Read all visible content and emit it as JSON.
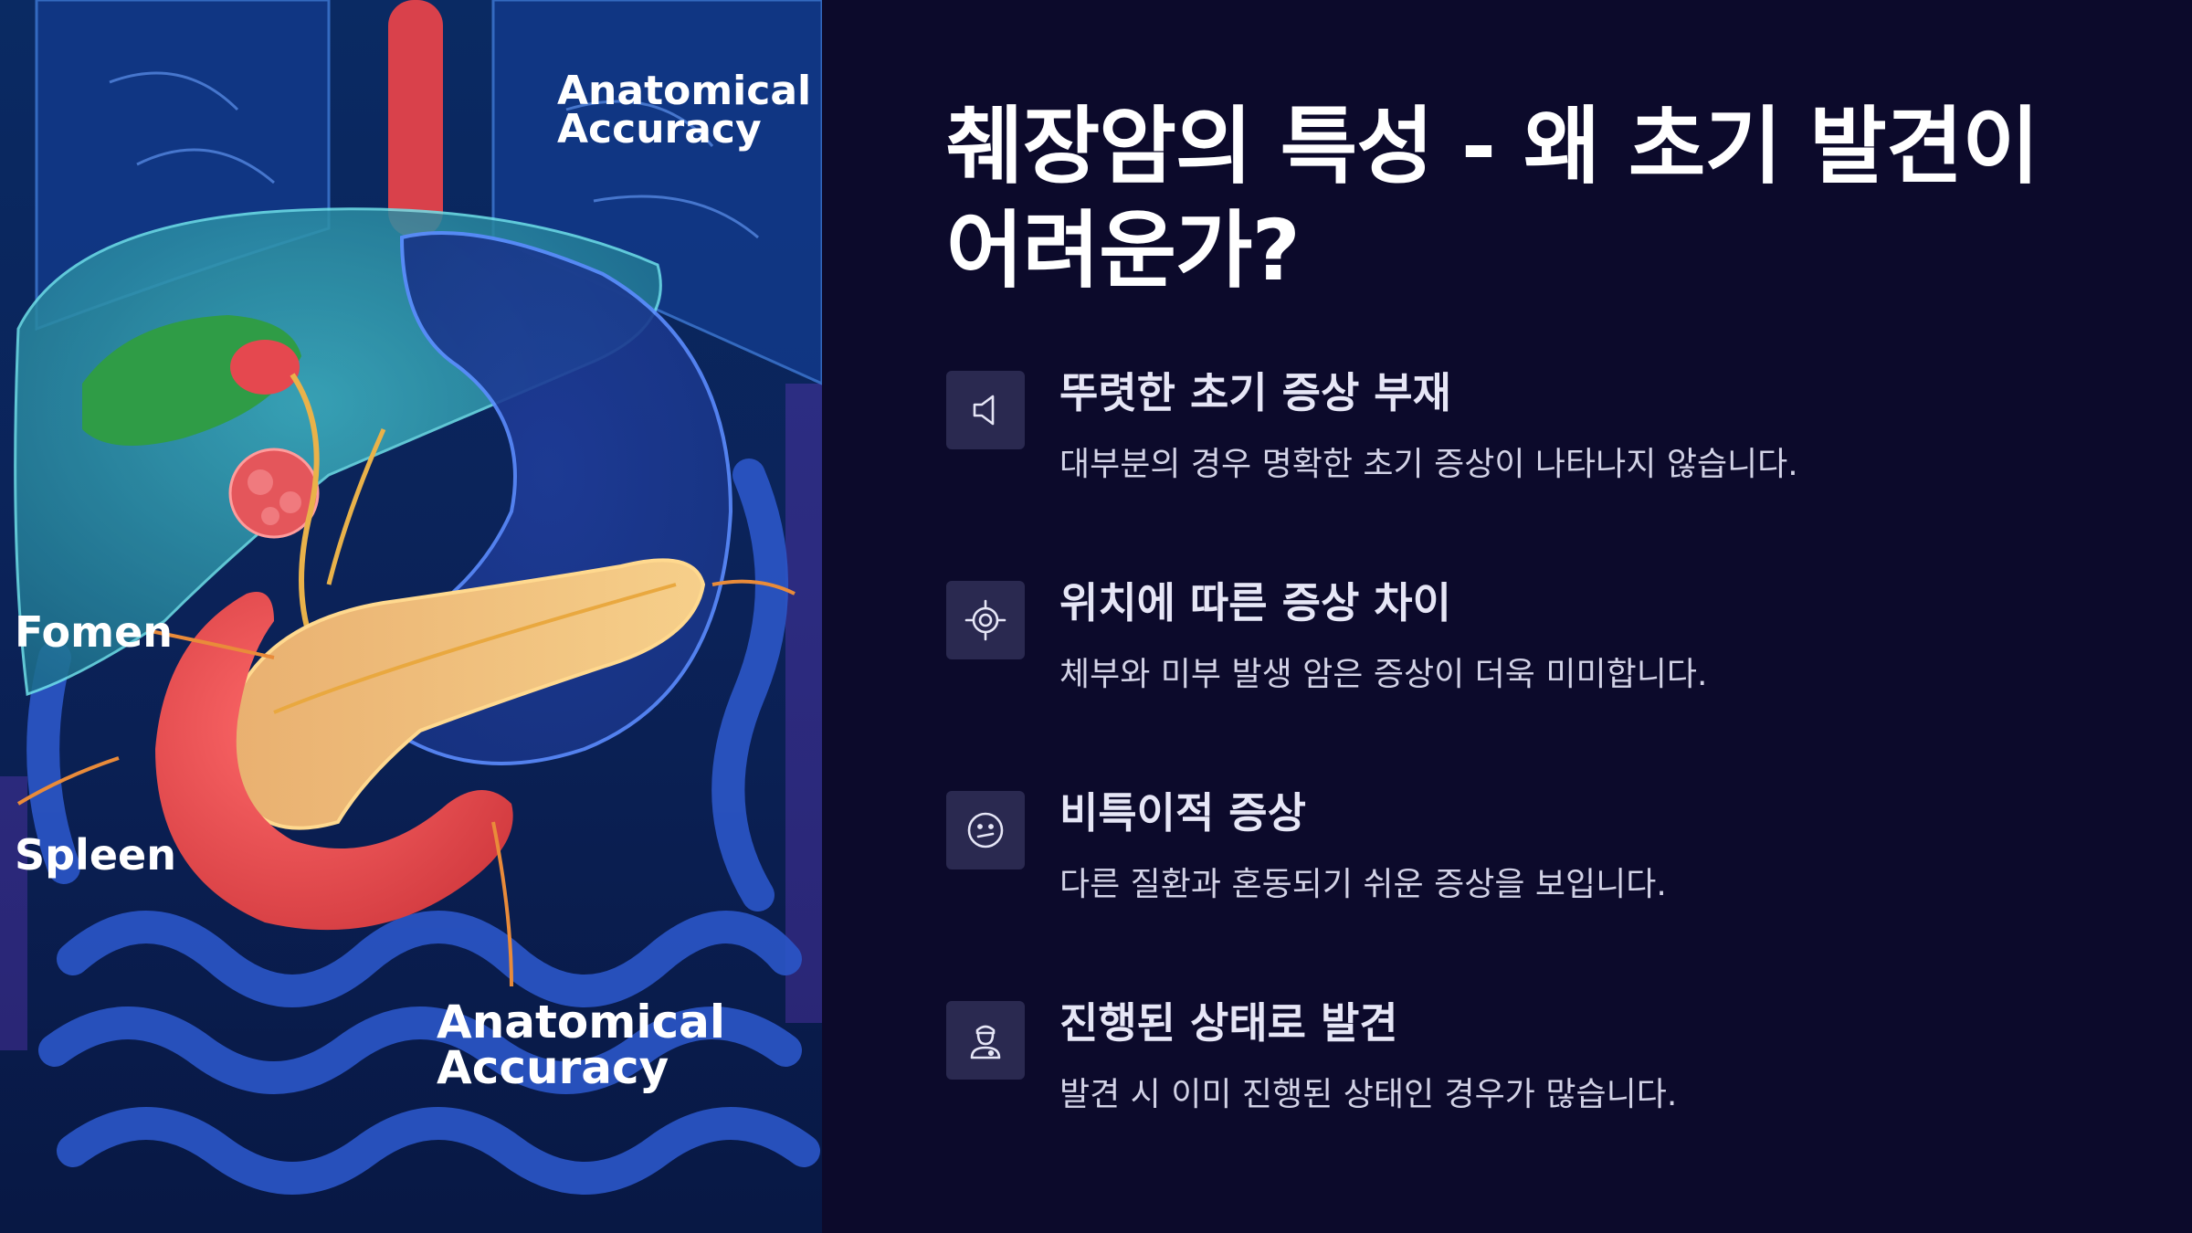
{
  "slide": {
    "title": "췌장암의 특성 - 왜 초기 발견이 어려운가?",
    "illustration": {
      "labels": {
        "top_right_line1": "Anatomical",
        "top_right_line2": "Accuracy",
        "left_middle": "Fomen",
        "left_lower": "Spleen",
        "bottom_line1": "Anatomical",
        "bottom_line2": "Accuracy"
      }
    },
    "features": [
      {
        "icon": "speaker-icon",
        "title": "뚜렷한 초기 증상 부재",
        "description": "대부분의 경우 명확한 초기 증상이 나타나지 않습니다."
      },
      {
        "icon": "target-icon",
        "title": "위치에 따른 증상 차이",
        "description": "체부와 미부 발생 암은 증상이 더욱 미미합니다."
      },
      {
        "icon": "confused-face-icon",
        "title": "비특이적 증상",
        "description": "다른 질환과 혼동되기 쉬운 증상을 보입니다."
      },
      {
        "icon": "doctor-icon",
        "title": "진행된 상태로 발견",
        "description": "발견 시 이미 진행된 상태인 경우가 많습니다."
      }
    ],
    "colors": {
      "background": "#0c0a2b",
      "icon_box": "#2a2950",
      "title_text": "#ffffff",
      "body_text": "#d2d2e6"
    }
  }
}
